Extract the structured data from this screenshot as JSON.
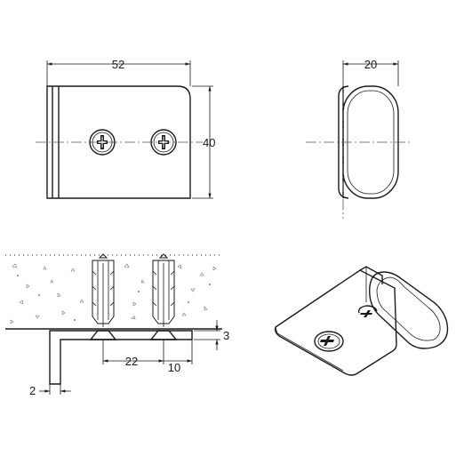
{
  "dimensions": {
    "front_width": "52",
    "front_height": "40",
    "side_depth": "20",
    "screw_spacing": "22",
    "edge_offset": "10",
    "plate_thickness": "3",
    "glass_gap": "2"
  },
  "colors": {
    "line": "#1a1a1a",
    "background": "#ffffff"
  }
}
